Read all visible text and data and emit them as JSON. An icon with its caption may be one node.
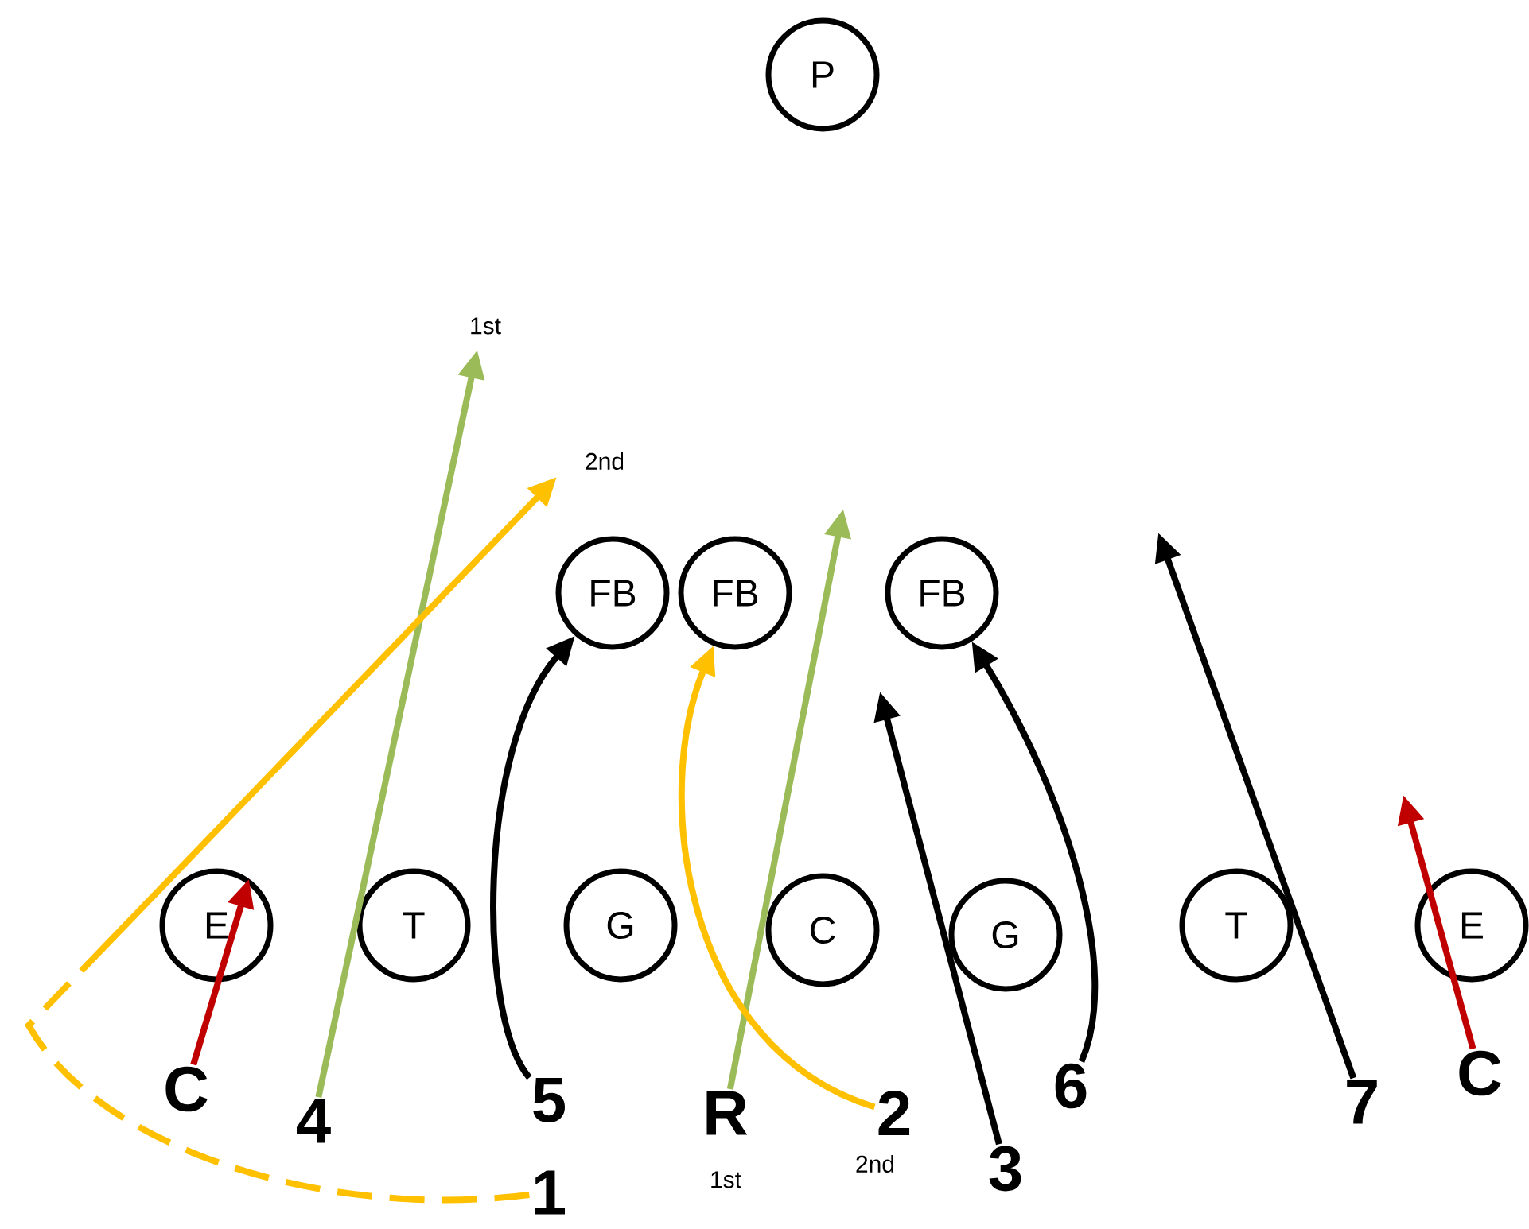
{
  "diagram": {
    "nodes": [
      {
        "text": [
          "P"
        ]
      },
      {
        "text": [
          "FB"
        ]
      },
      {
        "text": [
          "FB"
        ]
      },
      {
        "text": [
          "FB"
        ]
      },
      {
        "text": [
          "E"
        ]
      },
      {
        "text": [
          "T"
        ]
      },
      {
        "text": [
          "G"
        ]
      },
      {
        "text": [
          "C"
        ]
      },
      {
        "text": [
          "G"
        ]
      },
      {
        "text": [
          "T"
        ]
      },
      {
        "text": [
          "E"
        ]
      },
      {
        "text": [
          "C"
        ]
      },
      {
        "text": [
          "4"
        ]
      },
      {
        "text": [
          "5"
        ]
      },
      {
        "text": [
          "R"
        ],
        "beside": [
          "1st"
        ]
      },
      {
        "text": [
          "2"
        ],
        "beside": [
          "2nd"
        ]
      },
      {
        "text": [
          "3"
        ]
      },
      {
        "text": [
          "6"
        ]
      },
      {
        "text": [
          "7"
        ]
      },
      {
        "text": [
          "C"
        ]
      },
      {
        "text": [
          "1"
        ]
      }
    ],
    "edges": [
      {
        "from": 11,
        "to": 4,
        "arrow": "to",
        "color": "#c00000"
      },
      {
        "from": 12,
        "to": null,
        "arrow": "to",
        "color": "#9bbb59"
      },
      {
        "from": 13,
        "to": 1,
        "arrow": "to"
      },
      {
        "from": 14,
        "to": null,
        "arrow": "to",
        "color": "#9bbb59"
      },
      {
        "from": 15,
        "to": 2,
        "arrow": "to",
        "color": "#ffc000"
      },
      {
        "from": 16,
        "to": null,
        "arrow": "to"
      },
      {
        "from": 17,
        "to": 3,
        "arrow": "to"
      },
      {
        "from": 18,
        "to": null,
        "arrow": "to"
      },
      {
        "from": 19,
        "to": null,
        "arrow": "to",
        "color": "#c00000"
      },
      {
        "from": 20,
        "to": null,
        "arrow": "to",
        "style": "dashed",
        "color": "#ffc000"
      }
    ],
    "labels": [
      "1st",
      "2nd"
    ]
  }
}
